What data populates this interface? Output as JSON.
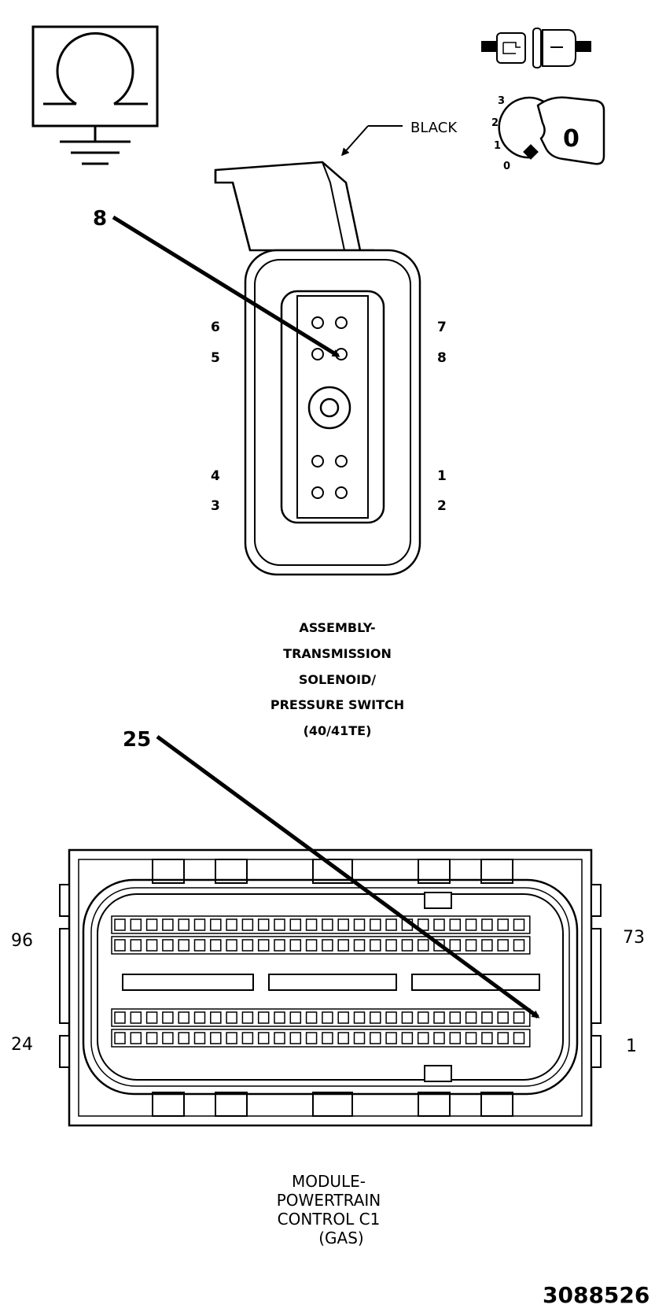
{
  "ground_symbol": {
    "icon": "ohmmeter-ground-icon"
  },
  "connector_icon": {
    "icon": "connector-icon"
  },
  "ignition_icon": {
    "icon": "ignition-key-icon",
    "positions": [
      "3",
      "2",
      "1",
      "0"
    ],
    "key_label": "0"
  },
  "solenoid_connector": {
    "wire_color": "BLACK",
    "callout": "8",
    "pins_left": [
      "6",
      "5",
      "4",
      "3"
    ],
    "pins_right": [
      "7",
      "8",
      "1",
      "2"
    ],
    "caption": [
      "ASSEMBLY-",
      "TRANSMISSION",
      "SOLENOID/",
      "PRESSURE SWITCH",
      "(40/41TE)"
    ]
  },
  "pcm_connector": {
    "callout": "25",
    "corner_labels": {
      "top_left": "96",
      "top_right": "73",
      "bottom_left": "24",
      "bottom_right": "1"
    },
    "caption": [
      "MODULE-",
      "POWERTRAIN",
      "CONTROL C1",
      "(GAS)"
    ]
  },
  "figure_id": "3088526"
}
